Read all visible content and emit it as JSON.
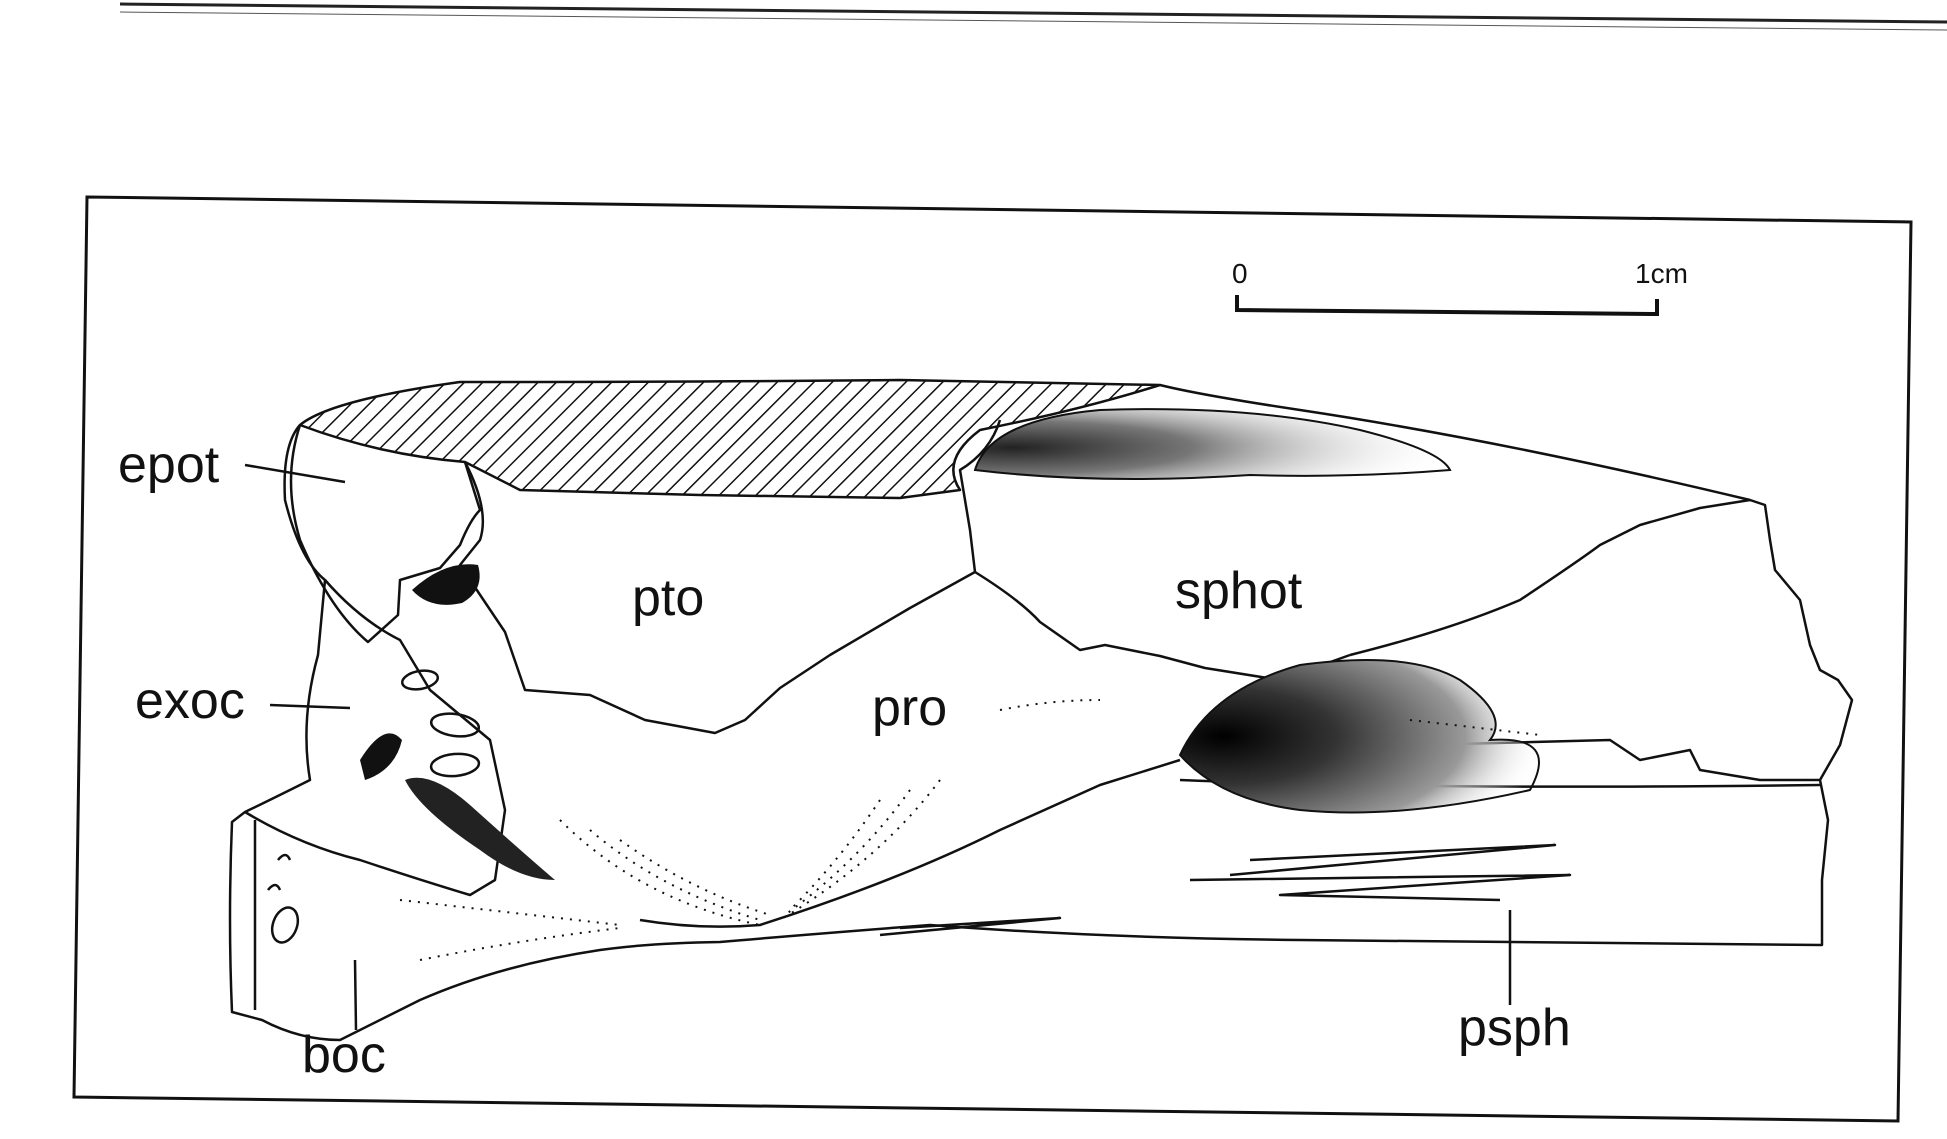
{
  "colors": {
    "ink": "#111111",
    "background": "#ffffff"
  },
  "scale_bar": {
    "start_label": "0",
    "end_label": "1cm"
  },
  "labels": {
    "epot": "epot",
    "exoc": "exoc",
    "boc": "boc",
    "pto": "pto",
    "pro": "pro",
    "sphot": "sphot",
    "psph": "psph"
  }
}
